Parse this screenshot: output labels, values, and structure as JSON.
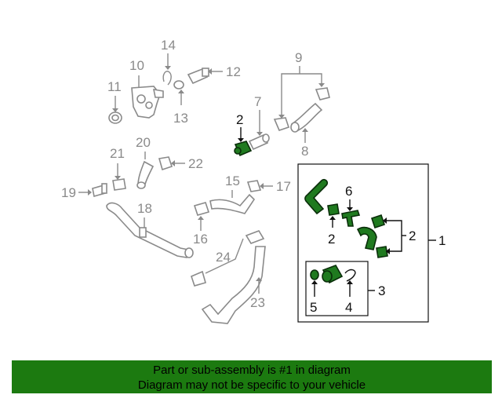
{
  "callouts": {
    "c1": "1",
    "c2a": "2",
    "c2b": "2",
    "c2c": "2",
    "c3": "3",
    "c4": "4",
    "c5": "5",
    "c6": "6",
    "c7": "7",
    "c8": "8",
    "c9": "9",
    "c10": "10",
    "c11": "11",
    "c12": "12",
    "c13": "13",
    "c14": "14",
    "c15": "15",
    "c16": "16",
    "c17": "17",
    "c18": "18",
    "c19": "19",
    "c20": "20",
    "c21": "21",
    "c22": "22",
    "c23": "23",
    "c24": "24"
  },
  "footer": {
    "line1": "Part or sub-assembly is #1 in diagram",
    "line2": "Diagram may not be specific to your vehicle"
  },
  "colors": {
    "highlight_green": "#1f7a1f",
    "footer_green": "#1c7a10",
    "line_gray": "#8a8a8a"
  }
}
